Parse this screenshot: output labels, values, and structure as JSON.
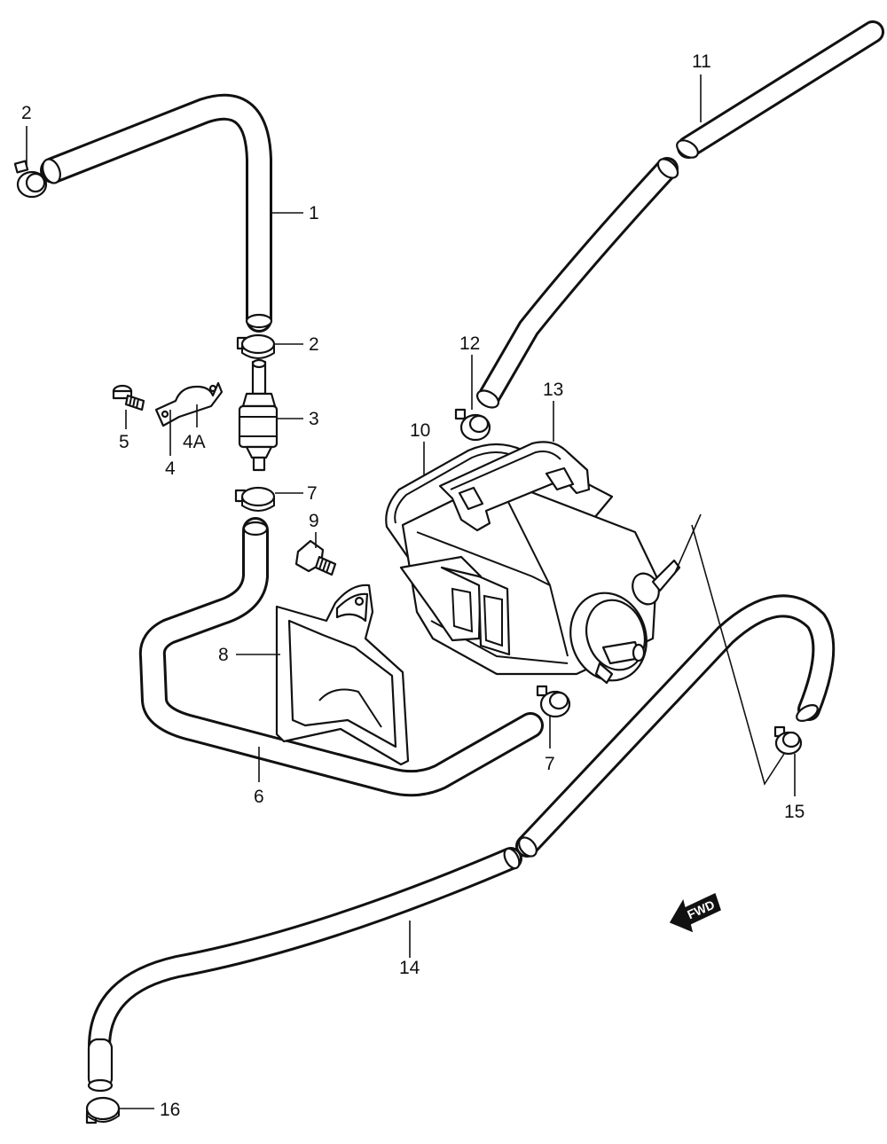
{
  "callouts": {
    "c1": "1",
    "c2_top": "2",
    "c2_mid": "2",
    "c3": "3",
    "c4": "4",
    "c4a": "4A",
    "c5": "5",
    "c6": "6",
    "c7_top": "7",
    "c7_bottom": "7",
    "c8": "8",
    "c9": "9",
    "c10": "10",
    "c11": "11",
    "c12": "12",
    "c13": "13",
    "c14": "14",
    "c15": "15",
    "c16": "16"
  },
  "direction_badge": {
    "label": "FWD"
  }
}
